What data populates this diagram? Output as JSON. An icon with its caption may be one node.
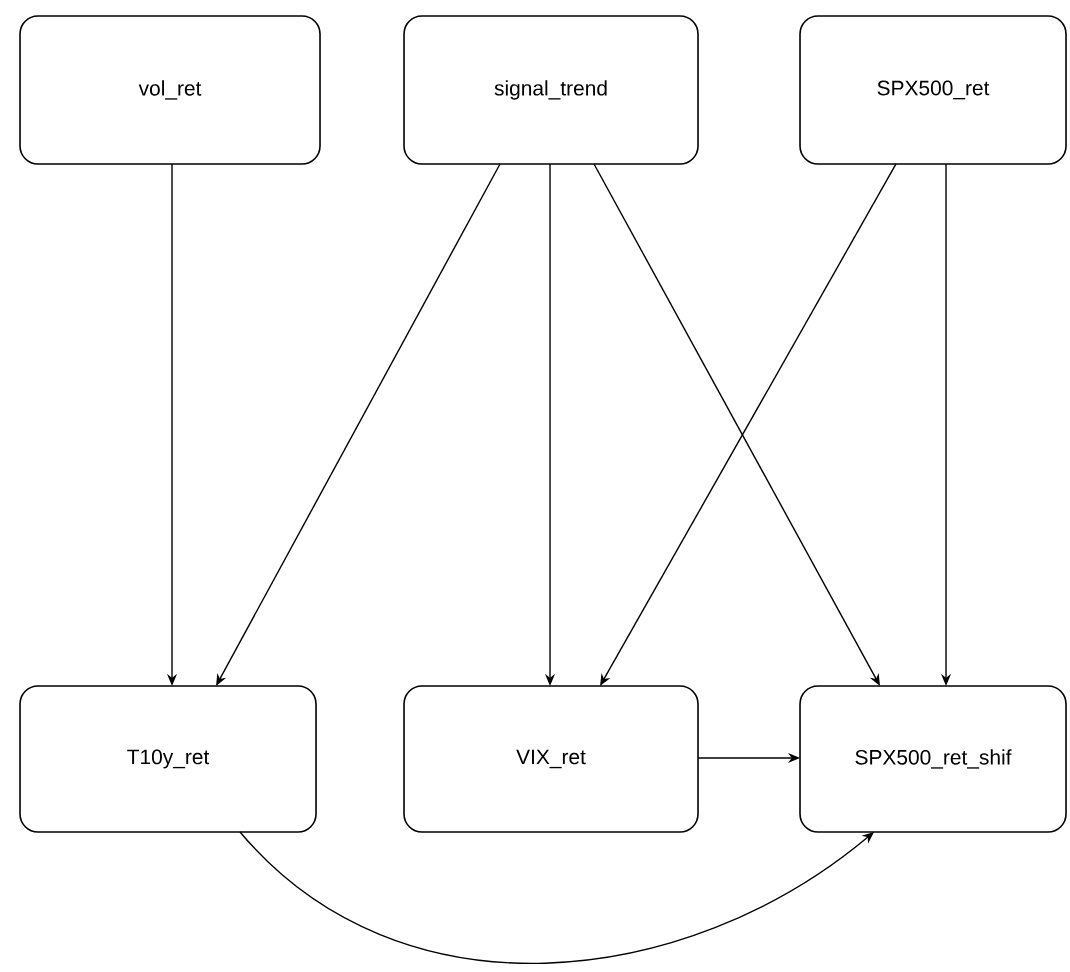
{
  "diagram": {
    "nodes": [
      {
        "text": [
          "vol_ret"
        ]
      },
      {
        "text": [
          "signal_trend"
        ]
      },
      {
        "text": [
          "SPX500_ret"
        ]
      },
      {
        "text": [
          "T10y_ret"
        ]
      },
      {
        "text": [
          "VIX_ret"
        ]
      },
      {
        "text": [
          "SPX500_ret_shif"
        ]
      }
    ],
    "edges": [
      {
        "from": 0,
        "to": 3,
        "arrow": "to"
      },
      {
        "from": 1,
        "to": 3,
        "arrow": "to"
      },
      {
        "from": 1,
        "to": 4,
        "arrow": "to"
      },
      {
        "from": 1,
        "to": 5,
        "arrow": "to"
      },
      {
        "from": 2,
        "to": 4,
        "arrow": "to"
      },
      {
        "from": 2,
        "to": 5,
        "arrow": "to"
      },
      {
        "from": 4,
        "to": 5,
        "arrow": "to"
      },
      {
        "from": 3,
        "to": 5,
        "arrow": "to"
      }
    ]
  }
}
